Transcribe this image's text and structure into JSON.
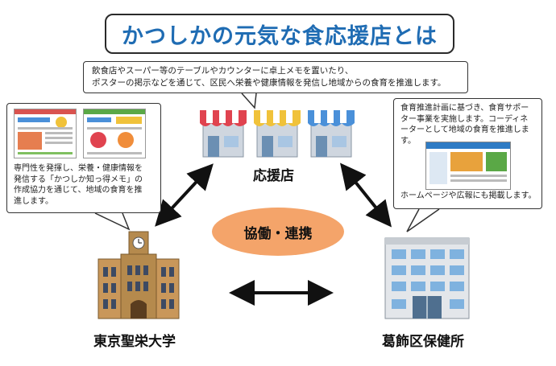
{
  "title": "かつしかの元気な食応援店とは",
  "top_description": "飲食店やスーパー等のテーブルやカウンターに卓上メモを置いたり、\nポスターの掲示などを通じて、区民へ栄養や健康情報を発信し地域からの食育を推進します。",
  "left_description": "専門性を発揮し、栄養・健康情報を\n発信する「かつしか知っ得メモ」の\n作成協力を通じて、地域の食育を推\n進します。",
  "right_description_top": "食育推進計画に基づき、食育サポー\nター事業を実施します。コーディネ\nーターとして地域の食育を推進しま\nす。",
  "right_description_bottom": "ホームページや広報にも掲載します。",
  "nodes": {
    "shops": "応援店",
    "university": "東京聖栄大学",
    "health_center": "葛飾区保健所"
  },
  "center_label": "協働・連携",
  "colors": {
    "title": "#1f6cb3",
    "ellipse": "#f4a46a",
    "awning_red": "#e0434f",
    "awning_yellow": "#f0c23a",
    "awning_blue": "#4a90d9"
  }
}
